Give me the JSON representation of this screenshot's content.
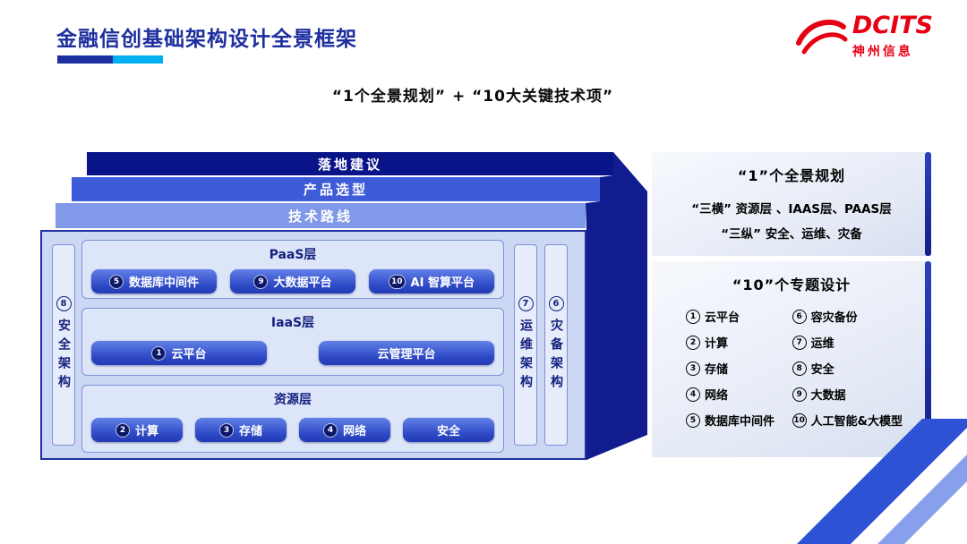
{
  "slide": {
    "title": "金融信创基础架构设计全景框架",
    "subtitle": "“1个全景规划” + “10大关键技术项”"
  },
  "logo": {
    "name": "DCITS",
    "subtitle": "神州信息"
  },
  "colors": {
    "title_blue": "#1d2f9e",
    "accent_cyan": "#00b0f0",
    "logo_red": "#e60012",
    "slab_dark": "#0a1489",
    "slab_mid": "#3f5cd8",
    "slab_light": "#8099e8",
    "body_bg": "#cbd7f3",
    "button_blue": "#2c47c4",
    "side_face": "#111c8f"
  },
  "diagram": {
    "top_layers": [
      "落地建议",
      "产品选型",
      "技术路线"
    ],
    "left_bar": {
      "num": "8",
      "label": "安全架构"
    },
    "right_bars": [
      {
        "num": "7",
        "label": "运维架构"
      },
      {
        "num": "6",
        "label": "灾备架构"
      }
    ],
    "sections": [
      {
        "title": "PaaS层",
        "items": [
          {
            "num": "5",
            "label": "数据库中间件"
          },
          {
            "num": "9",
            "label": "大数据平台"
          },
          {
            "num": "10",
            "label": "AI 智算平台"
          }
        ]
      },
      {
        "title": "IaaS层",
        "items": [
          {
            "num": "1",
            "label": "云平台"
          },
          {
            "num": "",
            "label": "云管理平台"
          }
        ]
      },
      {
        "title": "资源层",
        "items": [
          {
            "num": "2",
            "label": "计算"
          },
          {
            "num": "3",
            "label": "存储"
          },
          {
            "num": "4",
            "label": "网络"
          },
          {
            "num": "",
            "label": "安全"
          }
        ]
      }
    ]
  },
  "panels": [
    {
      "title": "“1”个全景规划",
      "lines": [
        "“三横” 资源层 、IAAS层、PAAS层",
        "“三纵” 安全、运维、灾备"
      ]
    },
    {
      "title": "“10”个专题设计",
      "col1": [
        {
          "num": "1",
          "label": "云平台"
        },
        {
          "num": "2",
          "label": "计算"
        },
        {
          "num": "3",
          "label": "存储"
        },
        {
          "num": "4",
          "label": "网络"
        },
        {
          "num": "5",
          "label": "数据库中间件"
        }
      ],
      "col2": [
        {
          "num": "6",
          "label": "容灾备份"
        },
        {
          "num": "7",
          "label": "运维"
        },
        {
          "num": "8",
          "label": "安全"
        },
        {
          "num": "9",
          "label": "大数据"
        },
        {
          "num": "10",
          "label": "人工智能&大模型"
        }
      ]
    }
  ]
}
